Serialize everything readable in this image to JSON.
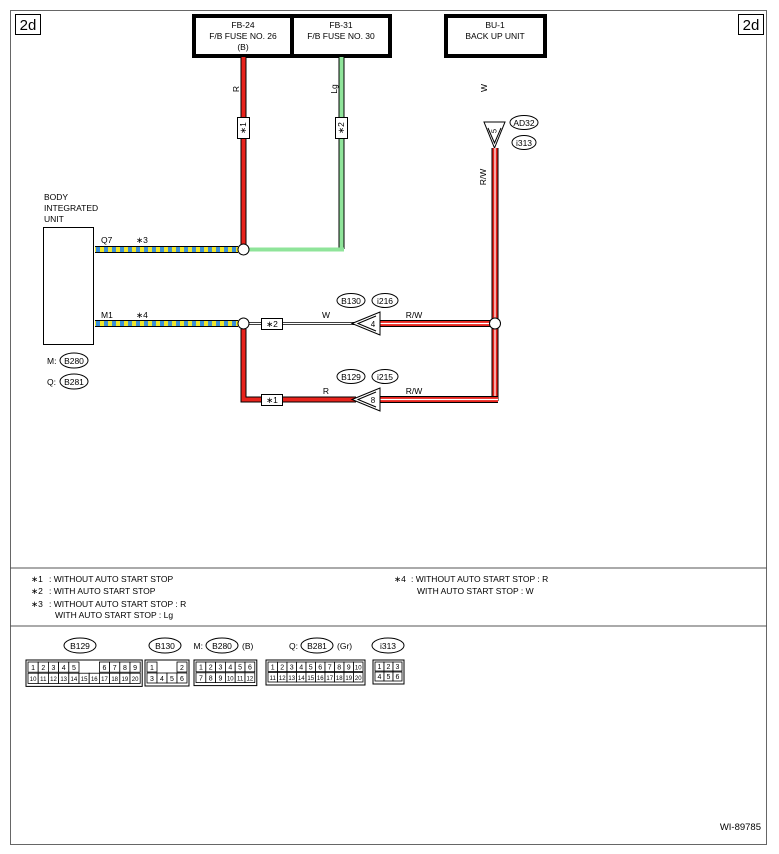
{
  "page_tag": "2d",
  "figure_id": "WI-89785",
  "fuses": [
    {
      "code": "FB-24",
      "name": "F/B FUSE NO. 26",
      "sub": "(B)"
    },
    {
      "code": "FB-31",
      "name": "F/B FUSE NO. 30",
      "sub": ""
    }
  ],
  "backup": {
    "code": "BU-1",
    "name": "BACK UP UNIT"
  },
  "wire_labels": {
    "r": "R",
    "lg": "Lg",
    "w": "W",
    "rw": "R/W"
  },
  "stars": {
    "s1": "∗1",
    "s2": "∗2",
    "s3": "∗3",
    "s4": "∗4"
  },
  "top_connector": {
    "pin": "5",
    "tags": [
      "AD32",
      "i313"
    ]
  },
  "connector_b130": {
    "pin": "4",
    "tags": [
      "B130",
      "i216"
    ]
  },
  "connector_b129": {
    "pin": "8",
    "tags": [
      "B129",
      "i215"
    ]
  },
  "bcm": {
    "lines": [
      "BODY",
      "INTEGRATED",
      "UNIT"
    ],
    "pin_q": "Q7",
    "pin_m": "M1"
  },
  "bcm_connectors": [
    {
      "prefix": "M:",
      "tag": "B280"
    },
    {
      "prefix": "Q:",
      "tag": "B281"
    }
  ],
  "notes": [
    {
      "mark": "∗1",
      "text": ": WITHOUT AUTO START STOP"
    },
    {
      "mark": "∗2",
      "text": ": WITH AUTO START STOP"
    },
    {
      "mark": "∗3",
      "text": ": WITHOUT AUTO START STOP  : R",
      "text2": "WITH AUTO START STOP   : Lg"
    },
    {
      "mark": "∗4",
      "text": ": WITHOUT AUTO START STOP  : R",
      "text2": "WITH AUTO START STOP  : W"
    }
  ],
  "connector_views": [
    {
      "prefix": "",
      "tag": "B129",
      "suffix": "",
      "row1": [
        "1",
        "2",
        "3",
        "4",
        "5",
        "",
        "",
        "6",
        "7",
        "8",
        "9"
      ],
      "row2": [
        "10",
        "11",
        "12",
        "13",
        "14",
        "15",
        "16",
        "17",
        "18",
        "19",
        "20"
      ]
    },
    {
      "prefix": "",
      "tag": "B130",
      "suffix": "",
      "row1": [
        "1",
        "",
        "",
        "2"
      ],
      "row2": [
        "3",
        "4",
        "5",
        "6"
      ]
    },
    {
      "prefix": "M:",
      "tag": "B280",
      "suffix": "(B)",
      "row1": [
        "1",
        "2",
        "3",
        "4",
        "5",
        "6"
      ],
      "row2": [
        "7",
        "8",
        "9",
        "10",
        "11",
        "12"
      ]
    },
    {
      "prefix": "Q:",
      "tag": "B281",
      "suffix": "(Gr)",
      "row1": [
        "1",
        "2",
        "3",
        "4",
        "5",
        "6",
        "7",
        "8",
        "9",
        "10"
      ],
      "row2": [
        "11",
        "12",
        "13",
        "14",
        "15",
        "16",
        "17",
        "18",
        "19",
        "20"
      ]
    },
    {
      "prefix": "",
      "tag": "i313",
      "suffix": "",
      "row1": [
        "1",
        "2",
        "3"
      ],
      "row2": [
        "4",
        "5",
        "6"
      ]
    }
  ],
  "colors": {
    "red": "#e8231c",
    "green": "#8fe49a",
    "blue": "#3a8fd8",
    "yellow": "#f2e62a",
    "line": "#000000"
  }
}
